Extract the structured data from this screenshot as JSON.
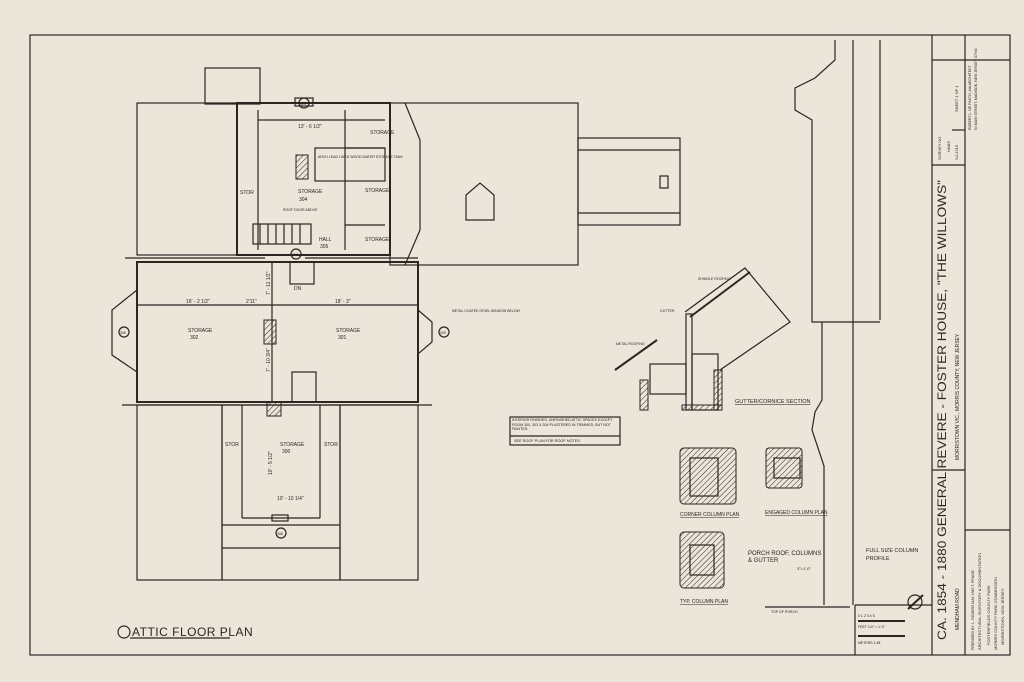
{
  "sheet": {
    "paper_color": "#ebe5da",
    "ink_color": "#2a2723"
  },
  "title_block": {
    "title": "CA. 1854 - 1880 GENERAL REVERE - FOSTER HOUSE, \"THE WILLOWS\"",
    "address": "MENDHAM ROAD",
    "location": "MORRISTOWN VIC., MORRIS COUNTY, NEW JERSEY",
    "survey_label": "SURVEY NO.",
    "survey_habs": "HABS",
    "survey_number": "NJ-1219",
    "sheet": "SHEET 1 OF 1",
    "architect": "ROBERT L. DE PASTO, AIA ARCHITECT",
    "architect_address": "54 MAIN STREET, MADISON, NEW JERSEY 07940",
    "prepared_by": "PREPARED BY: L. ROGERS  MAY 1980  T. PRAISE",
    "program": "ARCHITECTURAL INVENTORY & DOCUMENTATION",
    "client_1": "FOSTERFIELDS COUNTY PARK",
    "client_2": "MORRIS COUNTY PARK COMMISSION",
    "client_3": "MORRISTOWN, NEW JERSEY"
  },
  "plan": {
    "title": "ATTIC FLOOR PLAN",
    "rooms": [
      {
        "name": "STORAGE",
        "number": "302"
      },
      {
        "name": "STORAGE",
        "number": "301"
      },
      {
        "name": "STORAGE",
        "number": "304"
      },
      {
        "name": "STORAGE",
        "number": "300"
      },
      {
        "name": "HALL",
        "number": "305"
      }
    ],
    "labels": {
      "stor": "STOR",
      "storage": "STORAGE",
      "tank": "ARCH LEAD LINED WOOD WATER STORAGE TANK",
      "roof_door": "ROOF DOOR ABOVE",
      "dn": "DN",
      "metal_oriel": "METAL COATED ORIEL WINDOW BELOW"
    },
    "dimensions": {
      "top_width": "13' - 6 1/2\"",
      "main_left": "16' - 2 1/2\"",
      "main_mid": "2'11\"",
      "main_right": "18' - 3\"",
      "main_upper": "7' - 11 1/2\"",
      "main_lower": "7' - 10 3/4\"",
      "lower_width": "10' - 10 1/4\"",
      "lower_depth": "10' - 5 1/2\""
    },
    "tags": [
      "303",
      "306",
      "309",
      "307",
      "308"
    ]
  },
  "notes": {
    "interior": "INTERIOR FINISHES: UNFINISHED ATTIC SPACES EXCEPT ROOM 300, 303 & 304 PLASTERED IN TRIMMED, BUT NOT PAINTED.",
    "roof": "SEE ROOF PLAN FOR ROOF NOTES."
  },
  "details": {
    "shingle": "SHINGLE ROOFING",
    "gutter": "GUTTER",
    "metal": "METAL ROOFING",
    "gutter_section": "GUTTER/CORNICE SECTION",
    "corner_column": "CORNER COLUMN PLAN",
    "engaged_column": "ENGAGED COLUMN PLAN",
    "typ_column": "TYP. COLUMN PLAN",
    "porch_title_1": "PORCH ROOF, COLUMNS",
    "porch_title_2": "& GUTTER",
    "porch_scale": "3\"=1'-0\"",
    "top_of_porch": "TOP OF PORCH",
    "profile_1": "FULL SIZE COLUMN",
    "profile_2": "PROFILE"
  },
  "scale_bar": {
    "feet_ticks": "0 1 2 3 4 5",
    "feet_label": "FEET  1/4\" = 1'-0\"",
    "meters_label": "METERS  1:48"
  }
}
